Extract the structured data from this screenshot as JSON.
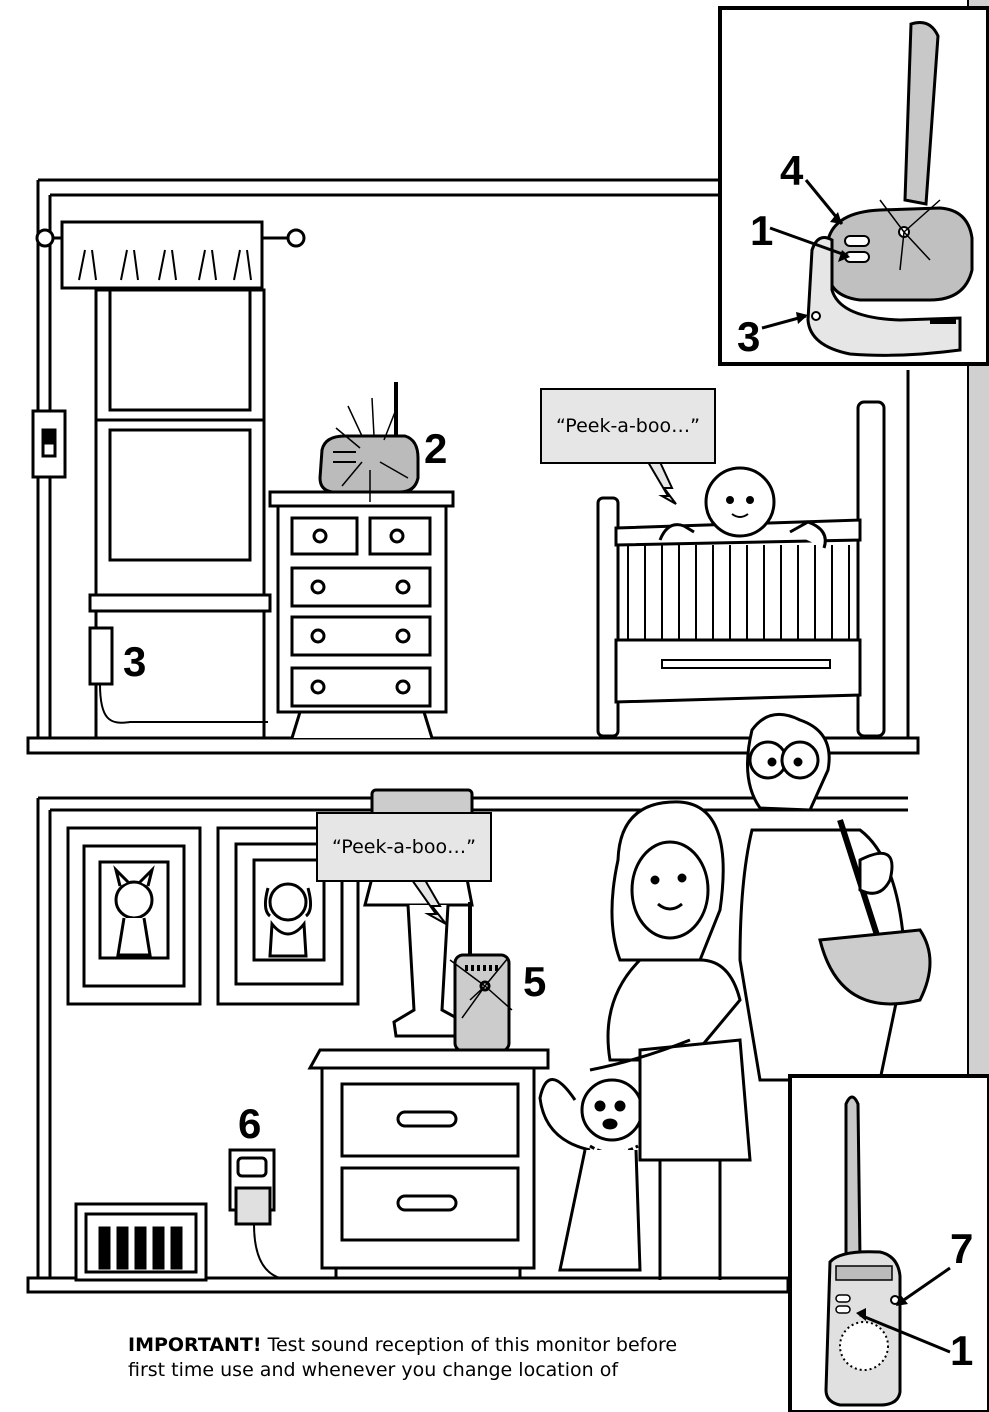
{
  "speech": {
    "nursery": "“Peek-a-boo…”",
    "living_room": "“Peek-a-boo…”"
  },
  "callouts": {
    "transmitter_inset_4": "4",
    "transmitter_inset_1": "1",
    "transmitter_inset_3": "3",
    "nursery_transmitter": "2",
    "nursery_outlet": "3",
    "receiver_on_table": "5",
    "living_outlet": "6",
    "receiver_inset_7": "7",
    "receiver_inset_1": "1"
  },
  "footer": {
    "important_label": "IMPORTANT!",
    "text_line1": " Test sound reception of this monitor before",
    "text_line2": "first time use and whenever you change location of"
  }
}
